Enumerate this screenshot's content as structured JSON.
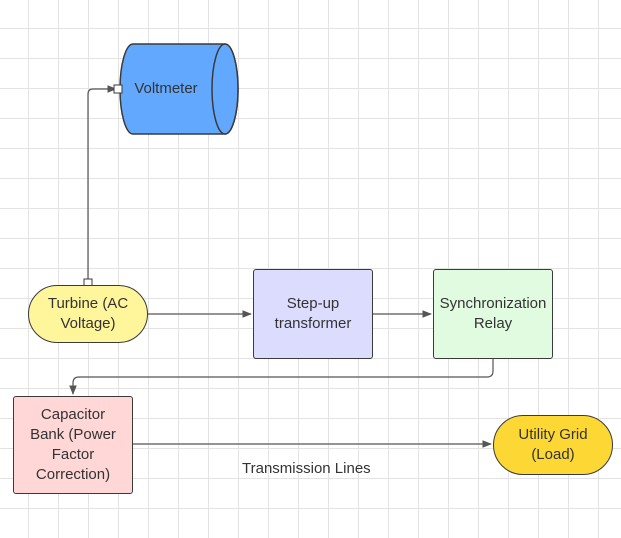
{
  "colors": {
    "voltmeter": "#63a8ff",
    "turbine": "#fff59a",
    "stepup": "#dcdcff",
    "relay": "#e1fbe1",
    "capacitor": "#ffd7d7",
    "utility": "#fdd835",
    "stroke": "#3a3a3a",
    "arrow": "#555555"
  },
  "nodes": {
    "voltmeter": "Voltmeter",
    "turbine": "Turbine (AC Voltage)",
    "stepup": "Step-up transformer",
    "relay": "Synchronization Relay",
    "capacitor": "Capacitor Bank (Power Factor Correction)",
    "utility": "Utility Grid (Load)"
  },
  "edge_labels": {
    "transmission": "Transmission Lines"
  }
}
